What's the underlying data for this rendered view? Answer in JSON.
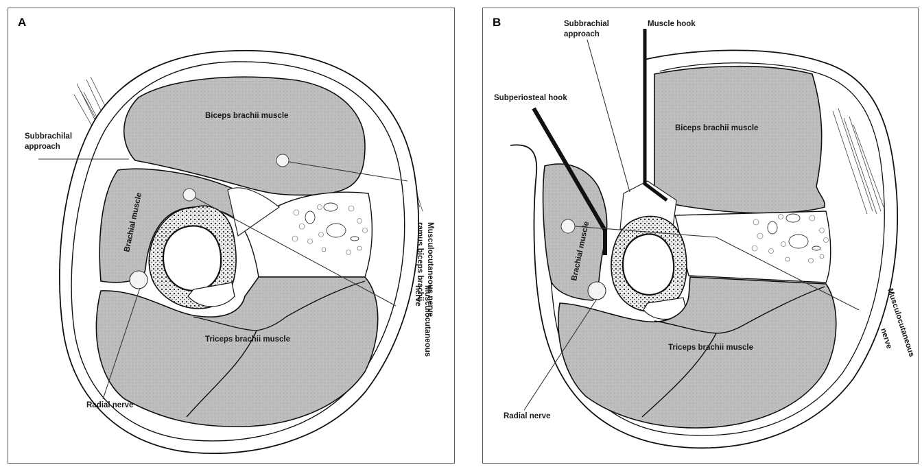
{
  "panels": [
    {
      "id": "A",
      "letter": "A",
      "labels": {
        "biceps": "Biceps brachii muscle",
        "subbrachial": [
          "Subbrachilal",
          "approach"
        ],
        "brachial": "Brachial muscle",
        "triceps": "Triceps brachii muscle",
        "radial": "Radial nerve",
        "musculo_ramus": [
          "Musculocutaneous nerve",
          "ramus biceps brachii"
        ],
        "musculo": [
          "Musculocutaneous",
          "nerve"
        ]
      }
    },
    {
      "id": "B",
      "letter": "B",
      "labels": {
        "subbrachial": [
          "Subbrachial",
          "approach"
        ],
        "muscle_hook": "Muscle hook",
        "subperiosteal": "Subperiosteal hook",
        "biceps": "Biceps brachii muscle",
        "brachial": "Brachial muscle",
        "triceps": "Triceps brachii muscle",
        "radial": "Radial nerve",
        "musculo": [
          "Musculocutaneous",
          "nerve"
        ]
      }
    }
  ],
  "colors": {
    "muscle": "#bdbdbd",
    "muscle_dark": "#a8a8a8",
    "outline": "#111111",
    "bone": "#f4f4f4",
    "nerve": "#f2f2f2"
  }
}
